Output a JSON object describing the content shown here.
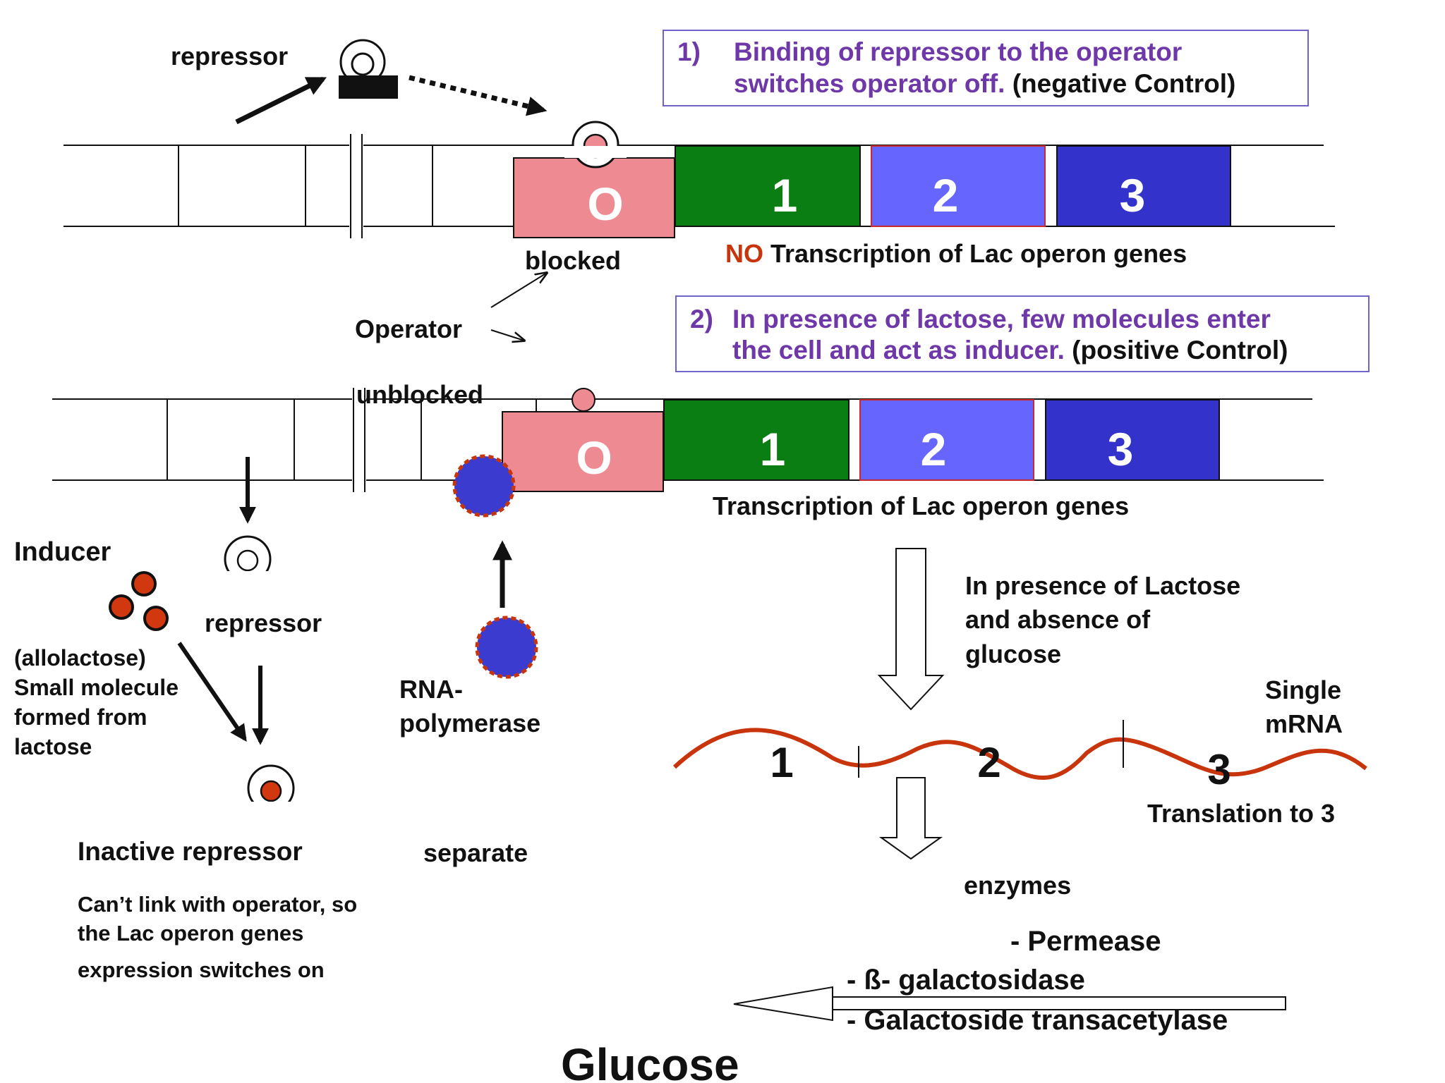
{
  "colors": {
    "operator": "#ee8a92",
    "gene1": "#0a7e12",
    "gene2": "#6666ff",
    "gene3": "#3333cc",
    "mrna": "#c8340c",
    "inducer": "#d1380f",
    "polymerase": "#3b3bd0",
    "purple_text": "#6f38a8",
    "box_border": "#6f62c8"
  },
  "top_repressor_label": "repressor",
  "box1": {
    "num": "1)",
    "line1": "Binding of repressor to the operator",
    "line2_purple": "switches  operator off.",
    "line2_black": " (negative Control)"
  },
  "operon1": {
    "operator_letter": "O",
    "genes": [
      "1",
      "2",
      "3"
    ],
    "blocked_label": "blocked",
    "no_word": "NO",
    "transcription_label": " Transcription of Lac operon genes"
  },
  "operator_label": "Operator",
  "unblocked_label": "unblocked",
  "box2": {
    "num": "2)",
    "line1": "In presence of lactose, few  molecules enter",
    "line2_purple": "the cell and act as inducer.",
    "line2_black": " (positive Control)"
  },
  "operon2": {
    "operator_letter": "O",
    "genes": [
      "1",
      "2",
      "3"
    ],
    "transcription_label": "Transcription of Lac operon genes"
  },
  "inducer_label": "Inducer",
  "repressor_label2": "repressor",
  "allolactose_lines": [
    "(allolactose)",
    "Small molecule",
    "formed from",
    " lactose"
  ],
  "rna_polymerase_lines": [
    "RNA-",
    "polymerase"
  ],
  "condition_lines": [
    "In presence of Lactose",
    "and absence of",
    "glucose"
  ],
  "single_mrna_lines": [
    "Single",
    "mRNA"
  ],
  "mrna_numbers": [
    "1",
    "2",
    "3"
  ],
  "translation_label": "Translation to 3",
  "inactive_repressor_label": "Inactive repressor",
  "separate_label": "separate",
  "cant_link_lines": [
    "Can’t link with operator, so",
    "the Lac operon genes",
    "expression switches on"
  ],
  "enzymes_label": "enzymes",
  "enzyme_list": [
    "- Permease",
    "- ß- galactosidase",
    "- Galactoside transacetylase"
  ],
  "glucose_label": "Glucose"
}
